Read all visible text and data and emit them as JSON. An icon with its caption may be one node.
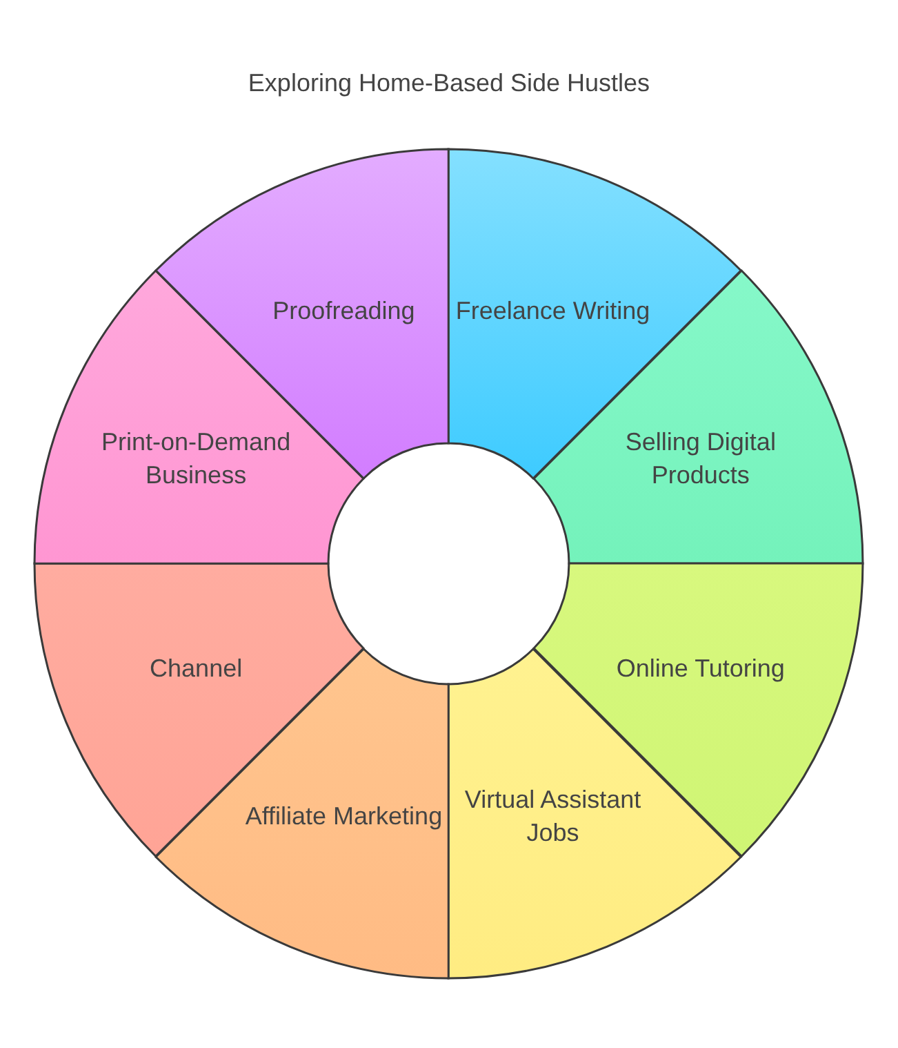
{
  "diagram": {
    "title": "Exploring Home-Based Side Hustles",
    "nodes": [
      {
        "text": [
          "Freelance Writing"
        ]
      },
      {
        "text": [
          "Selling Digital Products"
        ]
      },
      {
        "text": [
          "Online Tutoring"
        ]
      },
      {
        "text": [
          "Virtual Assistant Jobs"
        ]
      },
      {
        "text": [
          "Affiliate Marketing"
        ]
      },
      {
        "text": [
          "Channel"
        ]
      },
      {
        "text": [
          "Print-on-Demand Business"
        ]
      },
      {
        "text": [
          "Proofreading"
        ]
      }
    ]
  }
}
